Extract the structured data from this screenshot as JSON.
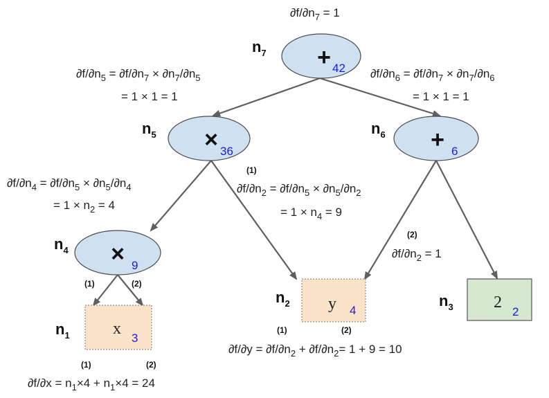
{
  "colors": {
    "op_fill": "#cfe0f1",
    "op_stroke": "#4a4a4a",
    "var_fill": "#fbe3ca",
    "var_stroke": "#777777",
    "const_fill": "#d6e8cf",
    "const_stroke": "#555555",
    "value_text": "#1a1ae6",
    "edge": "#5f5f5f"
  },
  "nodes": {
    "n7": {
      "base": "n",
      "sub": "7",
      "symbol": "+",
      "value": "42"
    },
    "n5": {
      "base": "n",
      "sub": "5",
      "symbol": "×",
      "value": "36"
    },
    "n6": {
      "base": "n",
      "sub": "6",
      "symbol": "+",
      "value": "6"
    },
    "n4": {
      "base": "n",
      "sub": "4",
      "symbol": "×",
      "value": "9"
    },
    "n1": {
      "base": "n",
      "sub": "1",
      "symbol": "x",
      "value": "3"
    },
    "n2": {
      "base": "n",
      "sub": "2",
      "symbol": "y",
      "value": "4"
    },
    "n3": {
      "base": "n",
      "sub": "3",
      "symbol": "2",
      "value": "2"
    }
  },
  "edge_tags": {
    "n4_left": "(1)",
    "n4_right": "(2)",
    "n5_right": "(1)",
    "n6_left": "(2)",
    "n2_first": "(1)",
    "n2_second": "(2)",
    "n1_first": "(1)",
    "n1_second": "(2)"
  },
  "labels": {
    "top": {
      "a": "∂f/∂n",
      "a_sub": "7",
      "b": " = 1"
    },
    "n5_grad": {
      "l1a": "∂f/∂n",
      "l1a_sub": "5",
      "l1b": " = ∂f/∂n",
      "l1b_sub": "7",
      "l1c": " ×  ∂n",
      "l1c_sub": "7",
      "l1d": "/∂n",
      "l1d_sub": "5",
      "l2": "= 1 × 1 = 1"
    },
    "n6_grad": {
      "l1a": "∂f/∂n",
      "l1a_sub": "6",
      "l1b": " = ∂f/∂n",
      "l1b_sub": "7",
      "l1c": " ×  ∂n",
      "l1c_sub": "7",
      "l1d": "/∂n",
      "l1d_sub": "6",
      "l2": "= 1 × 1 = 1"
    },
    "n4_grad": {
      "l1a": "∂f/∂n",
      "l1a_sub": "4",
      "l1b": " = ∂f/∂n",
      "l1b_sub": "5",
      "l1c": " ×  ∂n",
      "l1c_sub": "5",
      "l1d": "/∂n",
      "l1d_sub": "4",
      "l2a": "= 1 × n",
      "l2a_sub": "2",
      "l2b": " = 4"
    },
    "n2_from_n5": {
      "l1a": "∂f/∂n",
      "l1a_sub": "2",
      "l1b": " = ∂f/∂n",
      "l1b_sub": "5",
      "l1c": " ×  ∂n",
      "l1c_sub": "5",
      "l1d": "/∂n",
      "l1d_sub": "2",
      "l2a": "= 1 × n",
      "l2a_sub": "4",
      "l2b": " = 9"
    },
    "n2_from_n6": {
      "a": "∂f/∂n",
      "a_sub": "2",
      "b": " = 1"
    },
    "dy": {
      "a": "∂f/∂y = ∂f/∂n",
      "a_sub": "2",
      "b": " + ∂f/∂n",
      "b_sub": "2",
      "c": "= 1 + 9 = 10"
    },
    "dx": {
      "a": "∂f/∂x = n",
      "a_sub": "1",
      "b": "×4 + n",
      "b_sub": "1",
      "c": "×4 = 24"
    }
  }
}
